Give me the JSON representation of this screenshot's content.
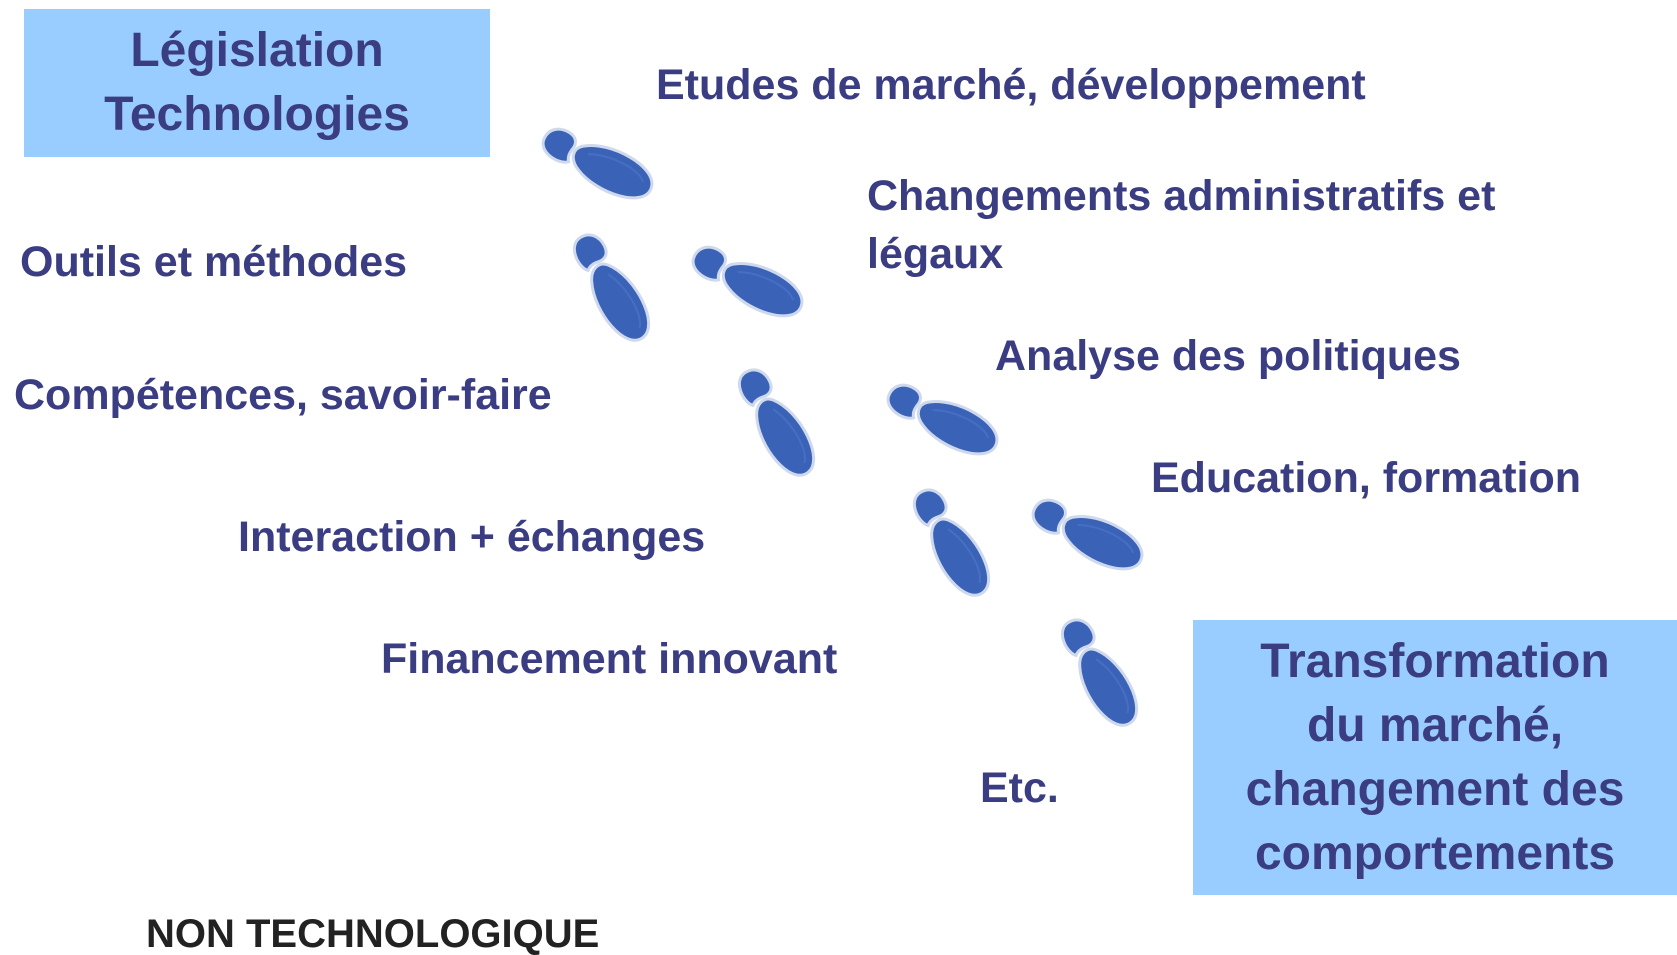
{
  "start_box": {
    "lines": [
      "Législation",
      "Technologies"
    ]
  },
  "end_box": {
    "lines": [
      "Transformation",
      "du marché,",
      "changement des",
      "comportements"
    ]
  },
  "labels": {
    "etudes": "Etudes de marché, développement",
    "changements_1": "Changements administratifs et",
    "changements_2": "légaux",
    "outils": "Outils et méthodes",
    "analyse": "Analyse des politiques",
    "competences": "Compétences, savoir-faire",
    "education": "Education, formation",
    "interaction": "Interaction + échanges",
    "financement": "Financement innovant",
    "etc": "Etc."
  },
  "footer": {
    "label": "NON TECHNOLOGIQUE"
  },
  "colors": {
    "text": "#3b3d82",
    "box_fill": "#99ccff",
    "footprint": "#3a63b8",
    "footprint_edge": "#cfd9ee"
  }
}
